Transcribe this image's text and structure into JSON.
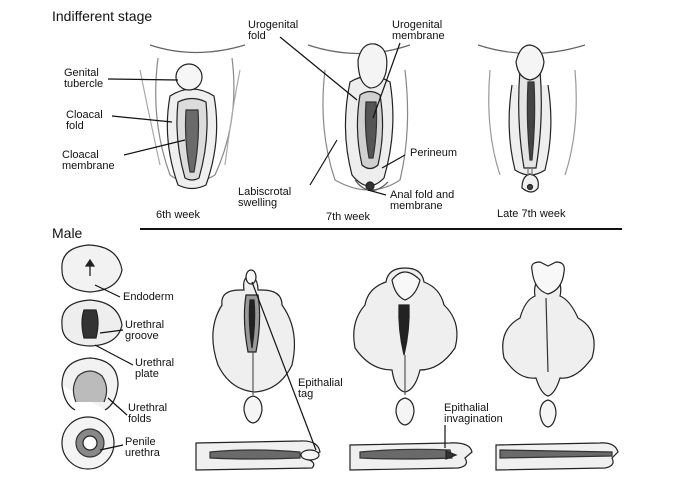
{
  "headings": {
    "indifferent": "Indifferent stage",
    "male": "Male"
  },
  "labels": {
    "genital_tubercle": "Genital\ntubercle",
    "cloacal_fold": "Cloacal\nfold",
    "cloacal_membrane": "Cloacal\nmembrane",
    "urogenital_fold": "Urogenital\nfold",
    "urogenital_membrane": "Urogenital\nmembrane",
    "perineum": "Perineum",
    "labioscrotal_swelling": "Labiscrotal\nswelling",
    "anal_fold_membrane": "Anal fold and\nmembrane",
    "endoderm": "Endoderm",
    "urethral_groove": "Urethral\ngroove",
    "urethral_plate": "Urethral\nplate",
    "urethral_folds": "Urethral\nfolds",
    "penile_urethra": "Penile\nurethra",
    "epithelial_tag": "Epithalial\ntag",
    "epithelial_invagination": "Epithalial\ninvagination"
  },
  "captions": {
    "week6": "6th week",
    "week7": "7th week",
    "late7": "Late 7th week"
  }
}
